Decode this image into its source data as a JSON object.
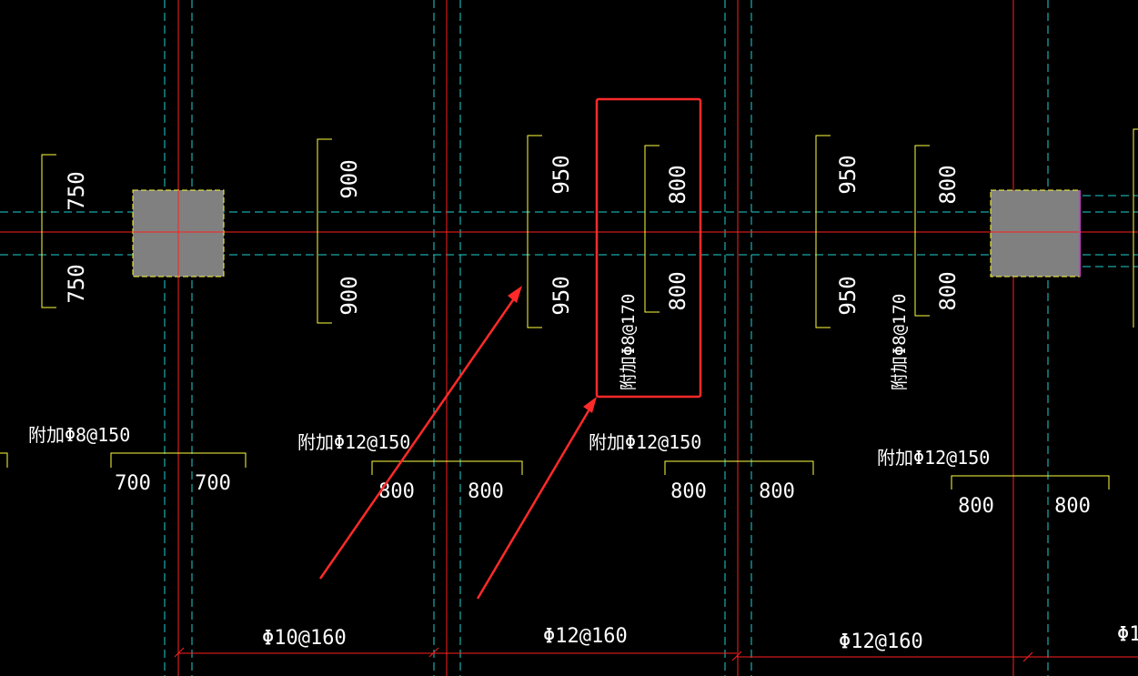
{
  "colors": {
    "background": "#000000",
    "axis_line": "#ff2020",
    "beam_edge": "#20d0d0",
    "dim_bracket": "#ffff40",
    "column_fill": "#808080",
    "column_edge": "#ffff40",
    "text": "#ffffff",
    "annotation": "#ff2a2a"
  },
  "columns": [
    {
      "label": "column-left"
    },
    {
      "label": "column-right"
    }
  ],
  "vertical_dimensions": {
    "d1_top": "750",
    "d1_bottom": "750",
    "d2_top": "900",
    "d2_bottom": "900",
    "d3_top": "950",
    "d3_bottom": "950",
    "d4_top": "800",
    "d4_bottom": "800",
    "d5_top": "950",
    "d5_bottom": "950",
    "d6_top": "800",
    "d6_bottom": "800"
  },
  "vertical_labels": {
    "rebar_center": "附加Φ8@170",
    "rebar_right": "附加Φ8@170"
  },
  "horizontal_labels": {
    "h1": "附加Φ8@150",
    "h2": "附加Φ12@150",
    "h3": "附加Φ12@150",
    "h4": "附加Φ12@150"
  },
  "horizontal_dimensions": {
    "g1_left": "700",
    "g1_right": "700",
    "g2_left": "800",
    "g2_right": "800",
    "g3_left": "800",
    "g3_right": "800",
    "g4_left": "800",
    "g4_right": "800"
  },
  "bottom_labels": {
    "b1": "Φ10@160",
    "b2": "Φ12@160",
    "b3": "Φ12@160",
    "b4": "Φ1"
  },
  "annotation": {
    "highlight_box": "highlighted rebar callout",
    "arrow_count": 2
  }
}
